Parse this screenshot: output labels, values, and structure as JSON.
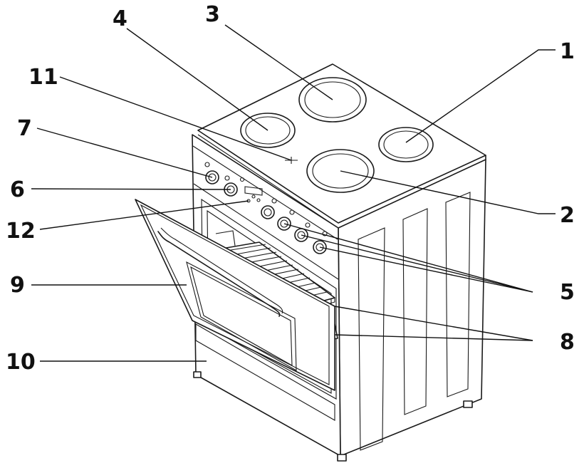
{
  "colors": {
    "ink": "#1a1a1a",
    "background": "#ffffff"
  },
  "callouts": [
    {
      "id": "1",
      "text": "1"
    },
    {
      "id": "2",
      "text": "2"
    },
    {
      "id": "3",
      "text": "3"
    },
    {
      "id": "4",
      "text": "4"
    },
    {
      "id": "5",
      "text": "5"
    },
    {
      "id": "6",
      "text": "6"
    },
    {
      "id": "7",
      "text": "7"
    },
    {
      "id": "8",
      "text": "8"
    },
    {
      "id": "9",
      "text": "9"
    },
    {
      "id": "10",
      "text": "10"
    },
    {
      "id": "11",
      "text": "11"
    },
    {
      "id": "12",
      "text": "12"
    }
  ]
}
